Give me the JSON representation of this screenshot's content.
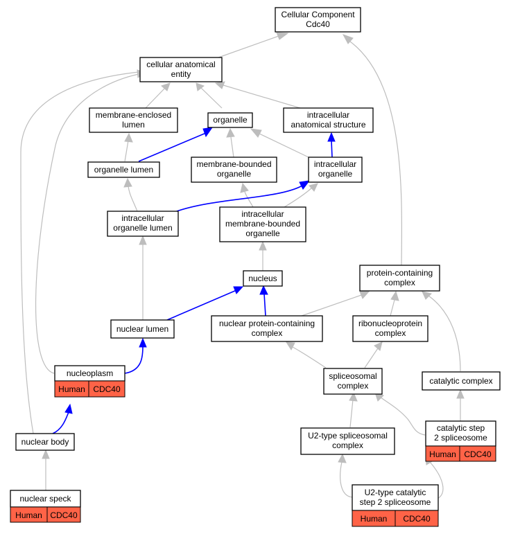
{
  "colors": {
    "gray_edge": "#bdbdbd",
    "blue_edge": "#0000ff",
    "annotation_fill": "#ff6347",
    "node_fill": "#ffffff",
    "border": "#000000"
  },
  "nodes": {
    "root": [
      "Cellular Component",
      "Cdc40"
    ],
    "cae": [
      "cellular anatomical",
      "entity"
    ],
    "mel": [
      "membrane-enclosed",
      "lumen"
    ],
    "org": [
      "organelle"
    ],
    "ias": [
      "intracellular",
      "anatomical structure"
    ],
    "orgl": [
      "organelle lumen"
    ],
    "mbo": [
      "membrane-bounded",
      "organelle"
    ],
    "io": [
      "intracellular",
      "organelle"
    ],
    "iol": [
      "intracellular",
      "organelle lumen"
    ],
    "imbo": [
      "intracellular",
      "membrane-bounded",
      "organelle"
    ],
    "nuc": [
      "nucleus"
    ],
    "pcc": [
      "protein-containing",
      "complex"
    ],
    "nl": [
      "nuclear lumen"
    ],
    "npcc": [
      "nuclear protein-containing",
      "complex"
    ],
    "rnp": [
      "ribonucleoprotein",
      "complex"
    ],
    "np": [
      "nucleoplasm"
    ],
    "sc": [
      "spliceosomal",
      "complex"
    ],
    "cc": [
      "catalytic complex"
    ],
    "nb": [
      "nuclear body"
    ],
    "u2": [
      "U2-type spliceosomal",
      "complex"
    ],
    "cs2": [
      "catalytic step",
      "2 spliceosome"
    ],
    "ns": [
      "nuclear speck"
    ],
    "u2c": [
      "U2-type catalytic",
      "step 2 spliceosome"
    ]
  },
  "annotations": {
    "np": [
      "Human",
      "CDC40"
    ],
    "ns": [
      "Human",
      "CDC40"
    ],
    "cs2": [
      "Human",
      "CDC40"
    ],
    "u2c": [
      "Human",
      "CDC40"
    ]
  }
}
